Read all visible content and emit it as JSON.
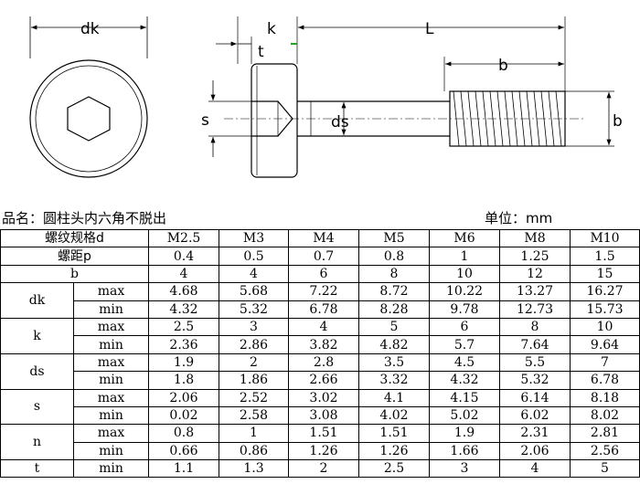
{
  "drawing": {
    "labels": {
      "dk": "dk",
      "k": "k",
      "t": "t",
      "L": "L",
      "b_top": "b",
      "b_side": "b",
      "s": "s",
      "ds": "ds"
    }
  },
  "caption": {
    "product": "品名：圆柱头内六角不脱出",
    "unit": "单位：mm"
  },
  "table": {
    "header": {
      "label": "螺纹规格d",
      "sizes": [
        "M2.5",
        "M3",
        "M4",
        "M5",
        "M6",
        "M8",
        "M10"
      ]
    },
    "pitch": {
      "label": "螺距p",
      "values": [
        "0.4",
        "0.5",
        "0.7",
        "0.8",
        "1",
        "1.25",
        "1.5"
      ]
    },
    "b": {
      "label": "b",
      "values": [
        "4",
        "4",
        "6",
        "8",
        "10",
        "12",
        "15"
      ]
    },
    "groups": [
      {
        "label": "dk",
        "rows": [
          {
            "sub": "max",
            "values": [
              "4.68",
              "5.68",
              "7.22",
              "8.72",
              "10.22",
              "13.27",
              "16.27"
            ]
          },
          {
            "sub": "min",
            "values": [
              "4.32",
              "5.32",
              "6.78",
              "8.28",
              "9.78",
              "12.73",
              "15.73"
            ]
          }
        ]
      },
      {
        "label": "k",
        "rows": [
          {
            "sub": "max",
            "values": [
              "2.5",
              "3",
              "4",
              "5",
              "6",
              "8",
              "10"
            ]
          },
          {
            "sub": "min",
            "values": [
              "2.36",
              "2.86",
              "3.82",
              "4.82",
              "5.7",
              "7.64",
              "9.64"
            ]
          }
        ]
      },
      {
        "label": "ds",
        "rows": [
          {
            "sub": "max",
            "values": [
              "1.9",
              "2",
              "2.8",
              "3.5",
              "4.5",
              "5.5",
              "7"
            ]
          },
          {
            "sub": "min",
            "values": [
              "1.8",
              "1.86",
              "2.66",
              "3.32",
              "4.32",
              "5.32",
              "6.78"
            ]
          }
        ]
      },
      {
        "label": "s",
        "rows": [
          {
            "sub": "max",
            "values": [
              "2.06",
              "2.52",
              "3.02",
              "4.1",
              "4.15",
              "6.14",
              "8.18"
            ]
          },
          {
            "sub": "min",
            "values": [
              "0.02",
              "2.58",
              "3.08",
              "4.02",
              "5.02",
              "6.02",
              "8.02"
            ]
          }
        ]
      },
      {
        "label": "n",
        "rows": [
          {
            "sub": "max",
            "values": [
              "0.8",
              "1",
              "1.51",
              "1.51",
              "1.9",
              "2.31",
              "2.81"
            ]
          },
          {
            "sub": "min",
            "values": [
              "0.66",
              "0.86",
              "1.26",
              "1.26",
              "1.66",
              "2.06",
              "2.56"
            ]
          }
        ]
      }
    ],
    "t": {
      "label": "t",
      "sub": "min",
      "values": [
        "1.1",
        "1.3",
        "2",
        "2.5",
        "3",
        "4",
        "5"
      ]
    }
  }
}
